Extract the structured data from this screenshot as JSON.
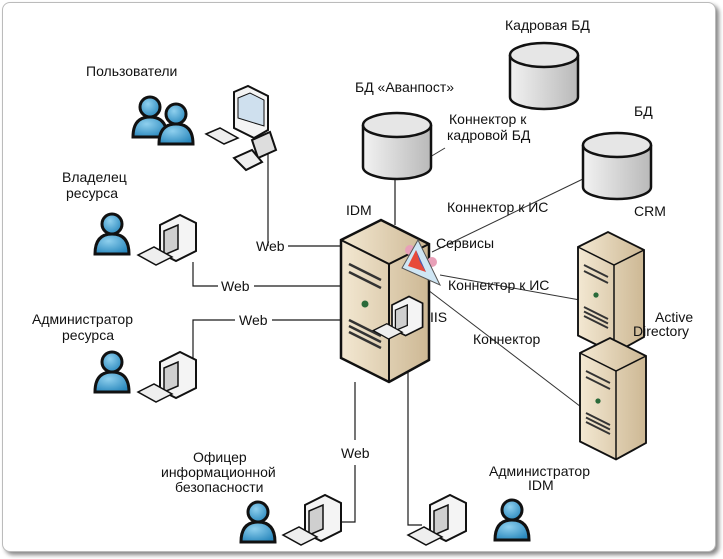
{
  "labels": {
    "users": "Пользователи",
    "owner_1": "Владелец",
    "owner_2": "ресурса",
    "admin_res_1": "Администратор",
    "admin_res_2": "ресурса",
    "officer_1": "Офицер",
    "officer_2": "информационной",
    "officer_3": "безопасности",
    "admin_idm_1": "Администратор",
    "admin_idm_2": "IDM",
    "idm": "IDM",
    "db_avanpost": "БД «Аванпост»",
    "db_hr": "Кадровая БД",
    "db": "БД",
    "crm": "CRM",
    "ad_1": "Active",
    "ad_2": "Directory",
    "services": "Сервисы",
    "iis": "IIS",
    "conn_hr_1": "Коннектор к",
    "conn_hr_2": "кадровой БД",
    "conn_is_1": "Коннектор к ИС",
    "conn_is_2": "Коннектор к ИС",
    "conn": "Коннектор",
    "web_users": "Web",
    "web_owner": "Web",
    "web_admin": "Web",
    "web_officer": "Web"
  },
  "colors": {
    "person": "#3a9fd0",
    "server": "#e6d6b8",
    "db": "#d8d8d8"
  }
}
